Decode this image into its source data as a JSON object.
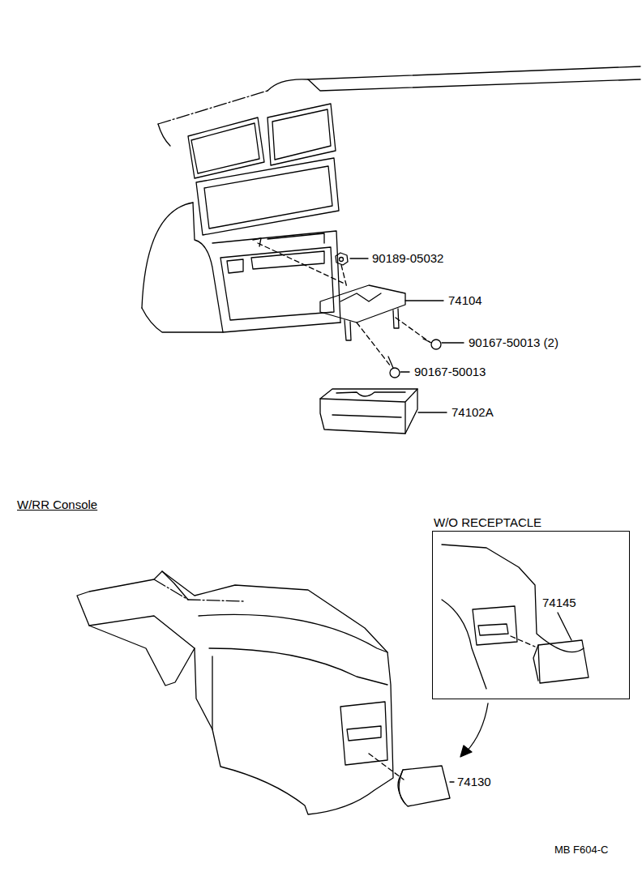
{
  "diagram": {
    "nodes": [
      {
        "text": [
          "W/O RECEPTACLE"
        ]
      }
    ],
    "labels": [
      "90189-05032",
      "74104",
      "90167-50013 (2)",
      "90167-50013",
      "74102A",
      "W/RR Console",
      "74145",
      "74130",
      "MB F604-C"
    ]
  }
}
